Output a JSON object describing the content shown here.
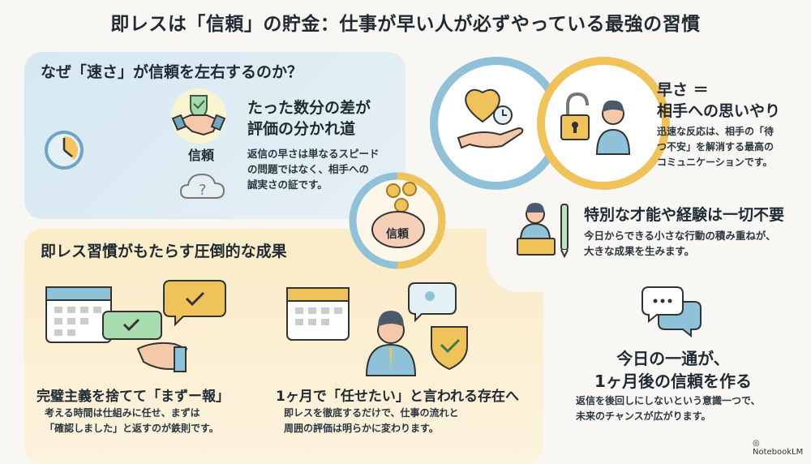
{
  "title": "即レスは「信頼」の貯金：仕事が早い人が必ずやっている最強の習慣",
  "why": {
    "heading": "なぜ「速さ」が信頼を左右するのか？",
    "icon_label": "信頼",
    "sub_line1": "たった数分の差が",
    "sub_line2": "評価の分かれ道",
    "body_line1": "返信の早さは単なるスピード",
    "body_line2": "の問題ではなく、相手への",
    "body_line3": "誠実さの証です。"
  },
  "piggy": {
    "label": "信頼"
  },
  "care": {
    "sub_line1": "早さ ＝",
    "sub_line2": "相手への思いやり",
    "body_line1": "迅速な反応は、相手の「待",
    "body_line2": "つ不安」を解消する最高の",
    "body_line3": "コミュニケーションです。"
  },
  "talent": {
    "sub": "特別な才能や経験は一切不要",
    "body_line1": "今日からできる小さな行動の積み重ねが、",
    "body_line2": "大きな成果を生みます。"
  },
  "results": {
    "heading": "即レス習慣がもたらす圧倒的な成果",
    "item1": {
      "sub": "完璧主義を捨てて「まずー報」",
      "body_line1": "考える時間は仕組みに任せ、まずは",
      "body_line2": "「確認しました」と返すのが鉄則です。"
    },
    "item2": {
      "sub": "1ヶ月で「任せたい」と言われる存在へ",
      "body_line1": "即レスを徹底するだけで、仕事の流れと",
      "body_line2": "周囲の評価は明らかに変わります。"
    }
  },
  "today": {
    "sub_line1": "今日の一通が、",
    "sub_line2": "1ヶ月後の信頼を作る",
    "body_line1": "返信を後回しにしないという意識一つで、",
    "body_line2": "未来のチャンスが広がります。"
  },
  "footer": {
    "brand": "NotebookLM"
  },
  "colors": {
    "blue": "#8fc1d9",
    "yellow": "#f0c35a",
    "green": "#8ccf9a"
  }
}
